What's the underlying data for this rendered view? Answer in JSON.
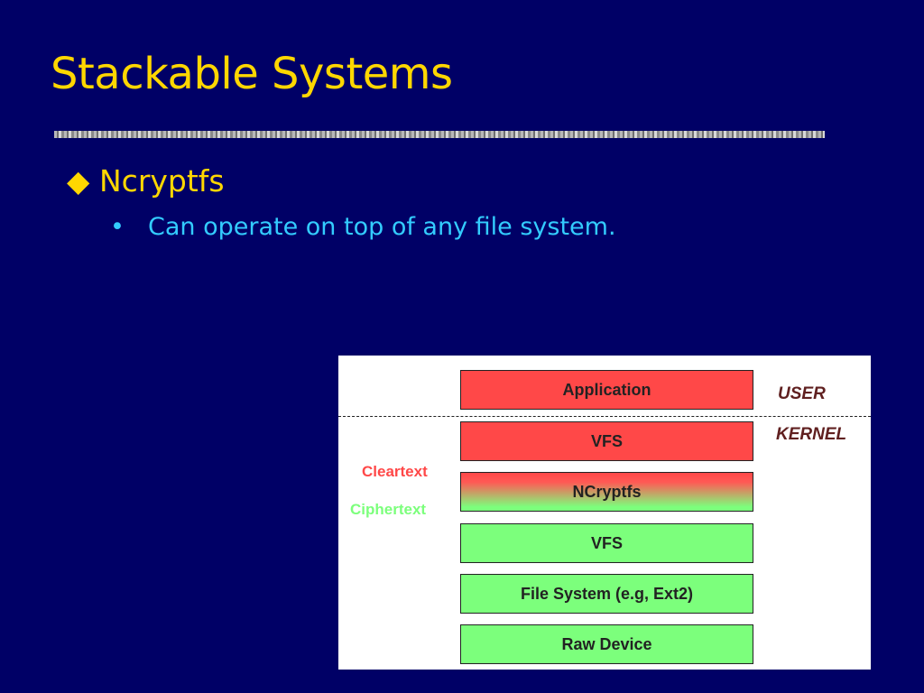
{
  "slide": {
    "title": "Stackable Systems",
    "bullet_marker": "◆",
    "bullet": "Ncryptfs",
    "sub_marker": "•",
    "sub_bullet": "Can operate on top of any file system."
  },
  "diagram": {
    "layers": [
      {
        "label": "Application",
        "color": "#FF4848"
      },
      {
        "label": "VFS",
        "color": "#FF4848"
      },
      {
        "label": "NCryptfs",
        "color": "gradient"
      },
      {
        "label": "VFS",
        "color": "#7CFF7C"
      },
      {
        "label": "File System (e.g, Ext2)",
        "color": "#7CFF7C"
      },
      {
        "label": "Raw Device",
        "color": "#7CFF7C"
      }
    ],
    "user_label": "USER",
    "kernel_label": "KERNEL",
    "cleartext_label": "Cleartext",
    "ciphertext_label": "Ciphertext",
    "colors": {
      "cleartext": "#FF4848",
      "ciphertext": "#7CFF7C",
      "zone_label": "#602020"
    }
  }
}
